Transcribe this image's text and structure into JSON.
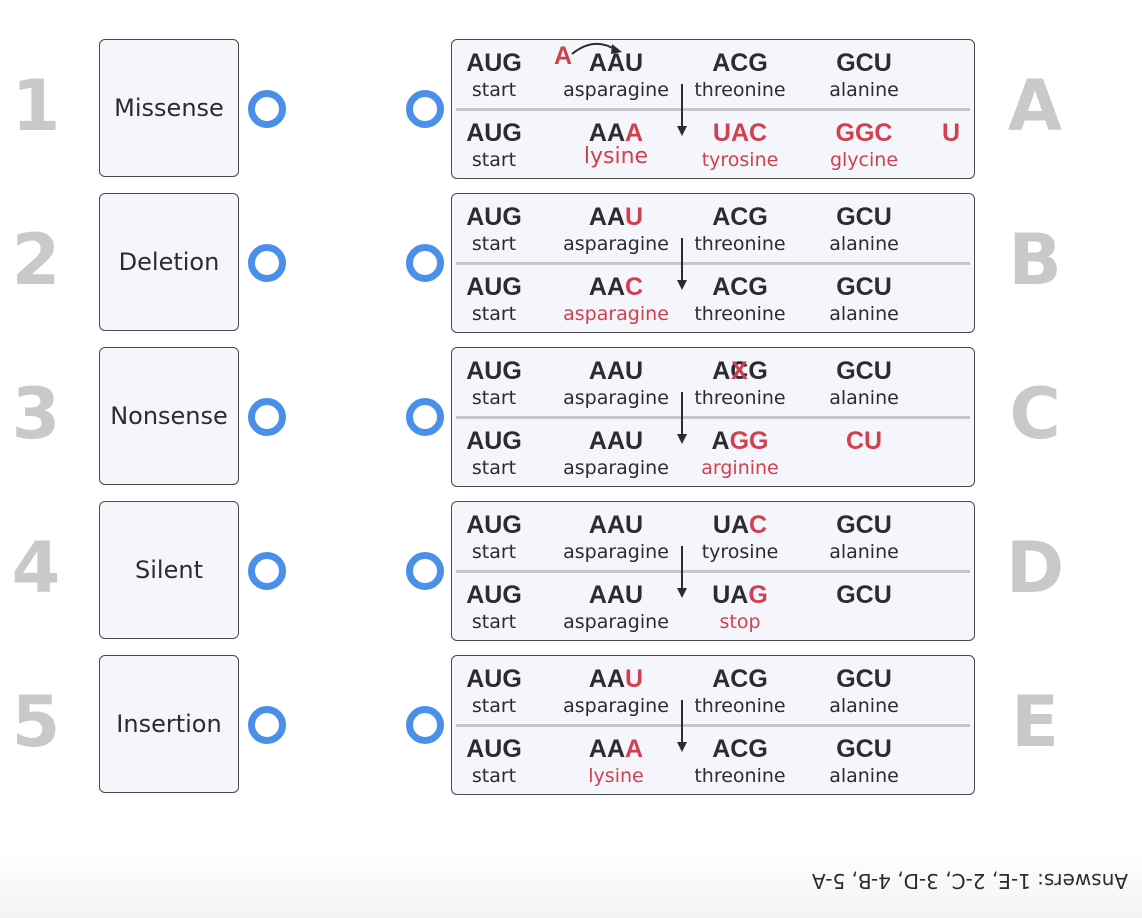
{
  "rows": [
    {
      "number": "1",
      "term": "Missense"
    },
    {
      "number": "2",
      "term": "Deletion"
    },
    {
      "number": "3",
      "term": "Nonsense"
    },
    {
      "number": "4",
      "term": "Silent"
    },
    {
      "number": "5",
      "term": "Insertion"
    }
  ],
  "examples": [
    {
      "letter": "A",
      "inserted_base": "A",
      "top": [
        {
          "codon": [
            {
              "t": "AUG"
            }
          ],
          "aa": "start"
        },
        {
          "codon": [
            {
              "t": "AAU"
            }
          ],
          "aa": "asparagine"
        },
        {
          "codon": [
            {
              "t": "ACG"
            }
          ],
          "aa": "threonine"
        },
        {
          "codon": [
            {
              "t": "GCU"
            }
          ],
          "aa": "alanine"
        }
      ],
      "bottom": [
        {
          "codon": [
            {
              "t": "AUG"
            }
          ],
          "aa": "start"
        },
        {
          "codon": [
            {
              "t": "AA"
            },
            {
              "t": "A",
              "red": true
            }
          ],
          "aa": "lysine",
          "aa_red": true,
          "aa_big": true
        },
        {
          "codon": [
            {
              "t": "UAC",
              "red": true
            }
          ],
          "aa": "tyrosine",
          "aa_red": true
        },
        {
          "codon": [
            {
              "t": "GGC",
              "red": true
            }
          ],
          "aa": "glycine",
          "aa_red": true
        }
      ],
      "trailing_base": "U"
    },
    {
      "letter": "B",
      "top": [
        {
          "codon": [
            {
              "t": "AUG"
            }
          ],
          "aa": "start"
        },
        {
          "codon": [
            {
              "t": "AA"
            },
            {
              "t": "U",
              "red": true
            }
          ],
          "aa": "asparagine"
        },
        {
          "codon": [
            {
              "t": "ACG"
            }
          ],
          "aa": "threonine"
        },
        {
          "codon": [
            {
              "t": "GCU"
            }
          ],
          "aa": "alanine"
        }
      ],
      "bottom": [
        {
          "codon": [
            {
              "t": "AUG"
            }
          ],
          "aa": "start"
        },
        {
          "codon": [
            {
              "t": "AA"
            },
            {
              "t": "C",
              "red": true
            }
          ],
          "aa": "asparagine",
          "aa_red": true
        },
        {
          "codon": [
            {
              "t": "ACG"
            }
          ],
          "aa": "threonine"
        },
        {
          "codon": [
            {
              "t": "GCU"
            }
          ],
          "aa": "alanine"
        }
      ]
    },
    {
      "letter": "C",
      "deleted_base": "X",
      "top": [
        {
          "codon": [
            {
              "t": "AUG"
            }
          ],
          "aa": "start"
        },
        {
          "codon": [
            {
              "t": "AAU"
            }
          ],
          "aa": "asparagine"
        },
        {
          "codon": [
            {
              "t": "A"
            },
            {
              "t": "C",
              "struck": true
            },
            {
              "t": "G"
            }
          ],
          "aa": "threonine"
        },
        {
          "codon": [
            {
              "t": "GCU"
            }
          ],
          "aa": "alanine"
        }
      ],
      "bottom": [
        {
          "codon": [
            {
              "t": "AUG"
            }
          ],
          "aa": "start"
        },
        {
          "codon": [
            {
              "t": "AAU"
            }
          ],
          "aa": "asparagine"
        },
        {
          "codon": [
            {
              "t": "A"
            },
            {
              "t": "GG",
              "red": true
            }
          ],
          "aa": "arginine",
          "aa_red": true
        },
        {
          "codon": [
            {
              "t": "CU",
              "red": true
            }
          ],
          "aa": ""
        }
      ]
    },
    {
      "letter": "D",
      "top": [
        {
          "codon": [
            {
              "t": "AUG"
            }
          ],
          "aa": "start"
        },
        {
          "codon": [
            {
              "t": "AAU"
            }
          ],
          "aa": "asparagine"
        },
        {
          "codon": [
            {
              "t": "UA"
            },
            {
              "t": "C",
              "red": true
            }
          ],
          "aa": "tyrosine"
        },
        {
          "codon": [
            {
              "t": "GCU"
            }
          ],
          "aa": "alanine"
        }
      ],
      "bottom": [
        {
          "codon": [
            {
              "t": "AUG"
            }
          ],
          "aa": "start"
        },
        {
          "codon": [
            {
              "t": "AAU"
            }
          ],
          "aa": "asparagine"
        },
        {
          "codon": [
            {
              "t": "UA"
            },
            {
              "t": "G",
              "red": true
            }
          ],
          "aa": "stop",
          "aa_red": true
        },
        {
          "codon": [
            {
              "t": "GCU"
            }
          ],
          "aa": ""
        }
      ]
    },
    {
      "letter": "E",
      "top": [
        {
          "codon": [
            {
              "t": "AUG"
            }
          ],
          "aa": "start"
        },
        {
          "codon": [
            {
              "t": "AA"
            },
            {
              "t": "U",
              "red": true
            }
          ],
          "aa": "asparagine"
        },
        {
          "codon": [
            {
              "t": "ACG"
            }
          ],
          "aa": "threonine"
        },
        {
          "codon": [
            {
              "t": "GCU"
            }
          ],
          "aa": "alanine"
        }
      ],
      "bottom": [
        {
          "codon": [
            {
              "t": "AUG"
            }
          ],
          "aa": "start"
        },
        {
          "codon": [
            {
              "t": "AA"
            },
            {
              "t": "A",
              "red": true
            }
          ],
          "aa": "lysine",
          "aa_red": true
        },
        {
          "codon": [
            {
              "t": "ACG"
            }
          ],
          "aa": "threonine"
        },
        {
          "codon": [
            {
              "t": "GCU"
            }
          ],
          "aa": "alanine"
        }
      ]
    }
  ],
  "answer_key": "Answers: 1-E, 2-C, 3-D, 4-B, 5-A",
  "colors": {
    "mutation_red": "#d23f4e",
    "dot_blue": "#4a90e8",
    "label_gray": "#c9c9cb",
    "box_fill": "#f4f6fc"
  }
}
